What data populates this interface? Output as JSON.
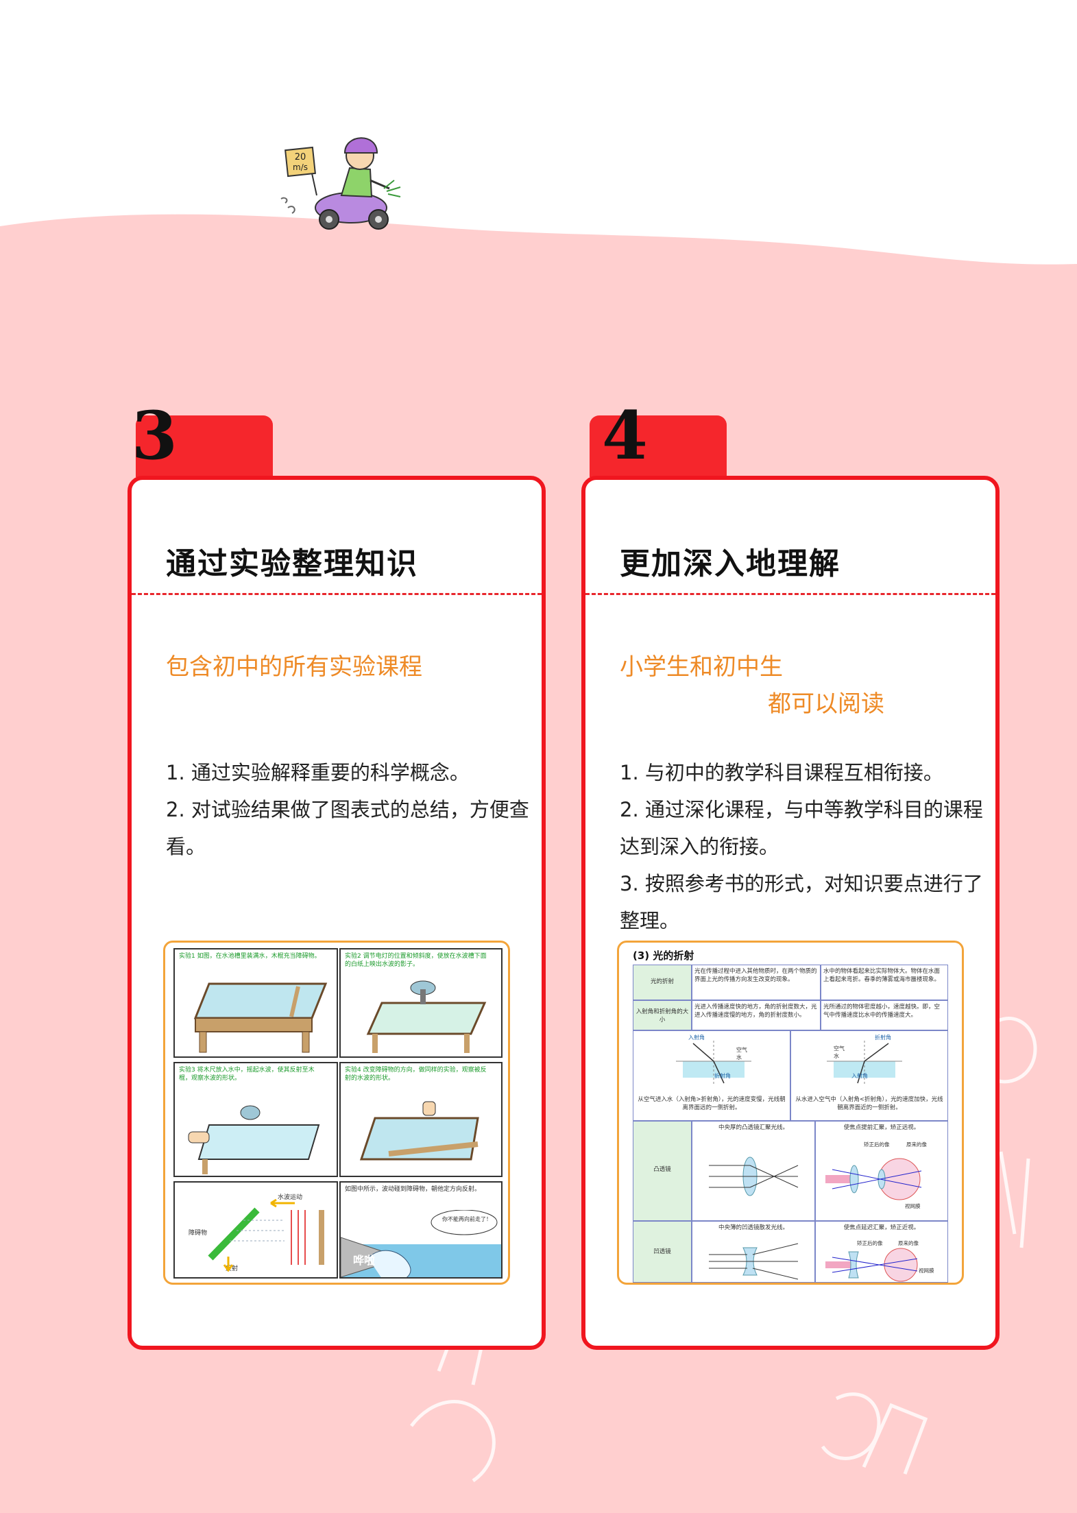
{
  "speed_sign": [
    "20",
    "m/s"
  ],
  "cards": [
    {
      "number": "3",
      "title": "通过实验整理知识",
      "subtitle": [
        "包含初中的所有实验课程"
      ],
      "points": [
        "1. 通过实验解释重要的科学概念。",
        "2. 对试验结果做了图表式的总结，方便查看。"
      ],
      "thumb": {
        "p1": "实验1 如图，在水池槽里装满水，木棍充当障碍物。",
        "p2": "实验2 调节电灯的位置和倾斜度，使放在水波槽下面的白纸上映出水波的影子。",
        "p3": "实验3 将木尺放入水中，摇起水波，使其反射至木棍，观察水波的形状。",
        "p4": "实验4 改变障碍物的方向，做同样的实验，观察被反射的水波的形状。",
        "p5_wave": "水波运动",
        "p5_obstacle": "障碍物",
        "p5_reflect": "反射",
        "p6": "如图中所示，波动碰到障碍物，朝他定方向反射。",
        "p6_bubble": "你不能再向前走了！",
        "p6_sfx": "哗啦"
      }
    },
    {
      "number": "4",
      "title": "更加深入地理解",
      "subtitle": [
        "小学生和初中生",
        "都可以阅读"
      ],
      "points": [
        "1. 与初中的教学科目课程互相衔接。",
        "2. 通过深化课程，与中等教学科目的课程达到深入的衔接。",
        "3. 按照参考书的形式，对知识要点进行了整理。"
      ],
      "thumb": {
        "heading": "(3) 光的折射",
        "r1_label": "光的折射",
        "r1_a": "光在传播过程中进入其他物质时，在两个物质的界面上光的传播方向发生改变的现象。",
        "r1_b": "水中的物体看起来比实际物体大。物体在水面上看起来弯折。春季的薄雾或海市蜃楼现象。",
        "r2_label": "入射角和折射角的大小",
        "r2_a": "光进入传播速度快的地方，角的折射度数大，光进入传播速度慢的地方，角的折射度数小。",
        "r2_b": "光所通过的物体密度越小，速度越快。即，空气中传播速度比水中的传播速度大。",
        "inc": "入射角",
        "ref": "折射角",
        "air": "空气",
        "water": "水",
        "cap_a": "从空气进入水（入射角>折射角），光的速度变慢，光线朝离界面远的一侧折射。",
        "cap_b": "从水进入空气中（入射角<折射角），光的速度加快，光线朝离界面近的一侧折射。",
        "convex": "凸透镜",
        "convex_a": "中央厚的凸透镜汇聚光线。",
        "convex_b": "使焦点提前汇聚，矫正远视。",
        "concave": "凹透镜",
        "concave_a": "中央薄的凹透镜散发光线。",
        "concave_b": "使焦点延迟汇聚，矫正近视。",
        "eye_a": "矫正后的像",
        "eye_b": "原来的像",
        "retina": "视网膜"
      }
    }
  ]
}
